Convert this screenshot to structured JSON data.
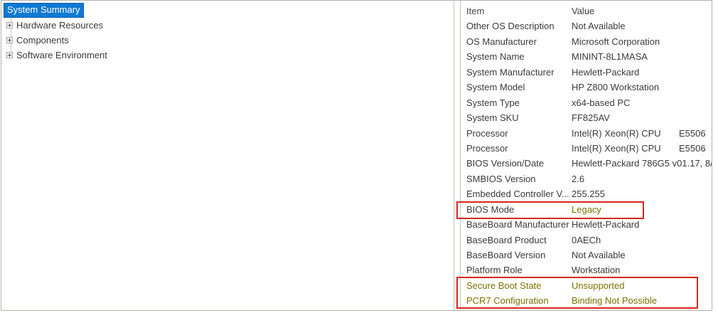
{
  "colors": {
    "selection_bg": "#0f79d3",
    "selection_border": "#0c5fa8",
    "annotation_red": "#d9261c",
    "highlight_text": "#7d7100",
    "text": "#3a3a3a",
    "window_border": "#b3b3aa"
  },
  "tree": {
    "selected_item": "System Summary",
    "items": [
      "Hardware Resources",
      "Components",
      "Software Environment"
    ]
  },
  "details": {
    "columns": {
      "item": "Item",
      "value": "Value"
    },
    "rows": [
      {
        "item": "Other OS Description",
        "value": "Not Available",
        "emphasis": "none"
      },
      {
        "item": "OS Manufacturer",
        "value": "Microsoft Corporation",
        "emphasis": "none"
      },
      {
        "item": "System Name",
        "value": "MININT-8L1MASA",
        "emphasis": "none"
      },
      {
        "item": "System Manufacturer",
        "value": "Hewlett-Packard",
        "emphasis": "none"
      },
      {
        "item": "System Model",
        "value": "HP Z800 Workstation",
        "emphasis": "none"
      },
      {
        "item": "System Type",
        "value": "x64-based PC",
        "emphasis": "none"
      },
      {
        "item": "System SKU",
        "value": "FF825AV",
        "emphasis": "none"
      },
      {
        "item": "Processor",
        "value": "Intel(R) Xeon(R) CPU       E5506",
        "emphasis": "none"
      },
      {
        "item": "Processor",
        "value": "Intel(R) Xeon(R) CPU       E5506",
        "emphasis": "none"
      },
      {
        "item": "BIOS Version/Date",
        "value": "Hewlett-Packard 786G5 v01.17, 8/",
        "emphasis": "none"
      },
      {
        "item": "SMBIOS Version",
        "value": "2.6",
        "emphasis": "none"
      },
      {
        "item": "Embedded Controller V...",
        "value": "255.255",
        "emphasis": "none"
      },
      {
        "item": "BIOS Mode",
        "value": "Legacy",
        "emphasis": "value"
      },
      {
        "item": "BaseBoard Manufacturer",
        "value": "Hewlett-Packard",
        "emphasis": "none"
      },
      {
        "item": "BaseBoard Product",
        "value": "0AECh",
        "emphasis": "none"
      },
      {
        "item": "BaseBoard Version",
        "value": "Not Available",
        "emphasis": "none"
      },
      {
        "item": "Platform Role",
        "value": "Workstation",
        "emphasis": "none"
      },
      {
        "item": "Secure Boot State",
        "value": "Unsupported",
        "emphasis": "row"
      },
      {
        "item": "PCR7 Configuration",
        "value": "Binding Not Possible",
        "emphasis": "row"
      }
    ]
  },
  "annotations": [
    {
      "name": "bios-mode-highlight-box"
    },
    {
      "name": "secure-boot-highlight-box"
    }
  ]
}
